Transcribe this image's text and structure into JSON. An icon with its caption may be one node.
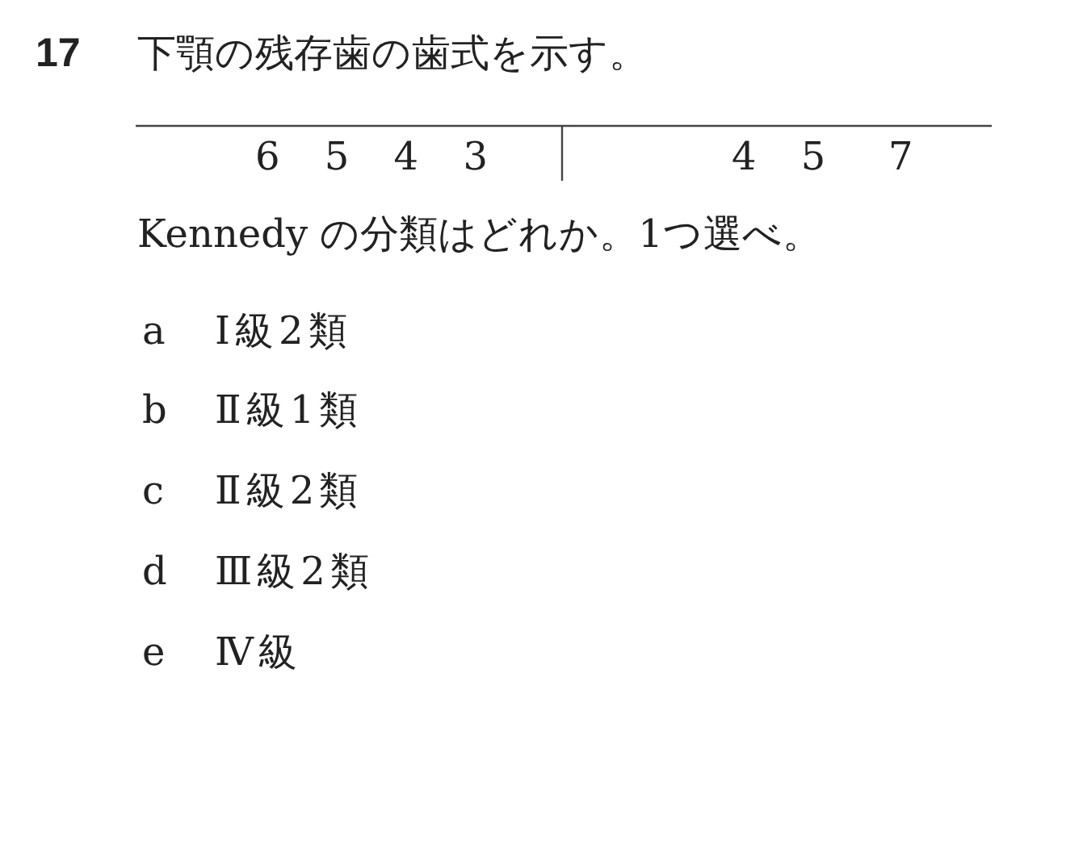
{
  "diagram": {
    "title": "下顎の残存歯の歯式を示す。",
    "labels": [
      "17",
      "6 5 4 3",
      "4 5",
      "7",
      "Kennedy の分類はどれか。1つ選べ。",
      "a",
      "Ⅰ級2類",
      "b",
      "Ⅱ級1類",
      "c",
      "Ⅱ級2類",
      "d",
      "Ⅲ級2類",
      "e",
      "Ⅳ級"
    ]
  }
}
